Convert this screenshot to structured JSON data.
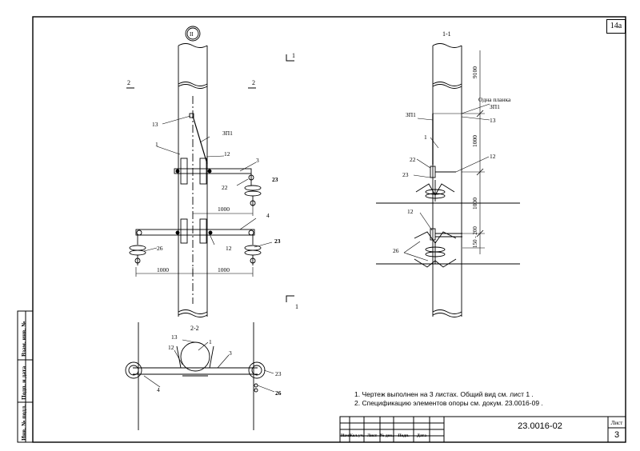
{
  "sheet_marker": "14а",
  "view_circle": "II",
  "sections": {
    "s11": "1-1",
    "s22": "2-2",
    "cut1": "1",
    "cut2": "2"
  },
  "callouts": {
    "c1": "1",
    "c3": "3",
    "c4": "4",
    "c12": "12",
    "c13": "13",
    "c22": "22",
    "c23": "23",
    "c26": "26",
    "zp1": "ЗП1"
  },
  "dimensions": {
    "d1000": "1000",
    "d9100": "9100",
    "d150_200": "150 - 200"
  },
  "plate_note": {
    "line1": "Одна планка",
    "line2": "ЗП1"
  },
  "notes": [
    "1. Чертеж выполнен на 3 листах. Общий вид см. лист 1 .",
    "2. Спецификацию элементов опоры см. докум. 23.0016-09 ."
  ],
  "title_block": {
    "doc_code": "23.0016-02",
    "sheet_label": "Лист",
    "sheet_number": "3",
    "cells": [
      "Изм.",
      "Кол.уч.",
      "Лист",
      "№ док.",
      "Подп.",
      "Дата"
    ]
  },
  "stamp": {
    "inv": "Инв. № подл.",
    "sign": "Подп. и дата",
    "replace": "Взам. инв. №"
  }
}
